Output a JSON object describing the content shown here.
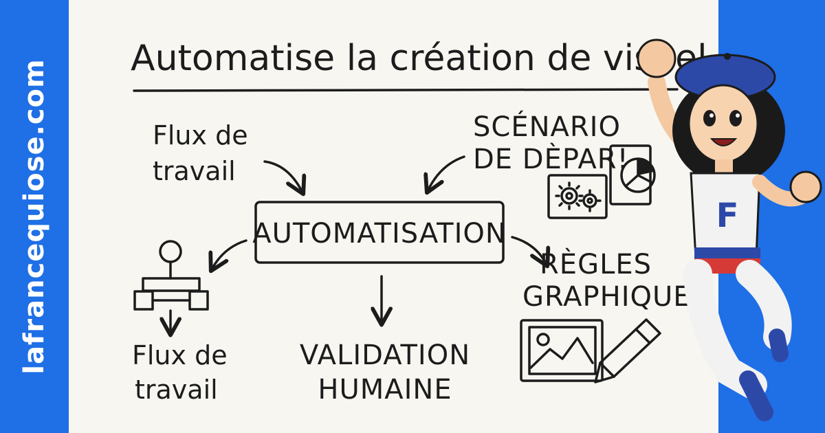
{
  "brand": {
    "site": "lafrancequiose.com",
    "blue": "#1f6fe6"
  },
  "title": "Automatise la création de visuel",
  "nodes": {
    "top_left": {
      "line1": "Flux de",
      "line2": "travail"
    },
    "top_right": {
      "line1": "SCÉNARIO",
      "line2": "DE DÈPAR!"
    },
    "center": "AUTOMATISATION",
    "bottom_left": {
      "line1": "Flux de",
      "line2": "travail"
    },
    "bottom_center": {
      "line1": "VALIDATION",
      "line2": "HUMAINE"
    },
    "right": {
      "line1": "RÈGLES",
      "line2": "GRAPHIQUES"
    }
  },
  "mascot": {
    "shirt_letter": "F"
  },
  "icons": [
    "flowchart-icon",
    "gears-icon",
    "pie-chart-icon",
    "image-icon",
    "pencil-icon"
  ]
}
